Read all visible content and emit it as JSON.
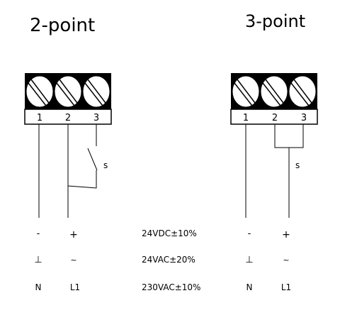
{
  "left": {
    "title": "2-point",
    "terminals": [
      "1",
      "2",
      "3"
    ],
    "switch_label": "s",
    "row_dc": [
      "-",
      "+"
    ],
    "row_ac": [
      "⊥",
      "~"
    ],
    "row_line": [
      "N",
      "L1"
    ]
  },
  "right": {
    "title": "3-point",
    "terminals": [
      "1",
      "2",
      "3"
    ],
    "switch_label": "s",
    "row_dc": [
      "-",
      "+"
    ],
    "row_ac": [
      "⊥",
      "~"
    ],
    "row_line": [
      "N",
      "L1"
    ]
  },
  "voltages": [
    "24VDC±10%",
    "24VAC±20%",
    "230VAC±10%"
  ]
}
